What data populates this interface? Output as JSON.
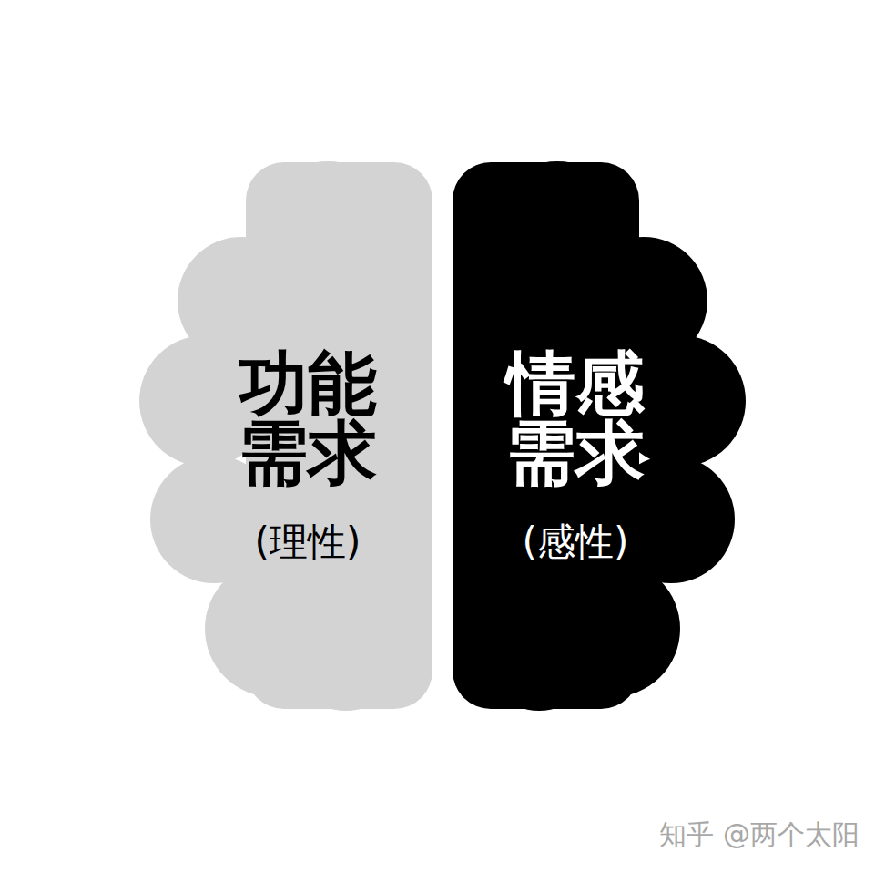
{
  "diagram": {
    "nodes": [
      {
        "text": [
          "功能 需求",
          "(理性)"
        ]
      },
      {
        "text": [
          "情感 需求",
          "(感性)"
        ]
      }
    ],
    "labels": [
      "知乎 @两个太阳"
    ]
  }
}
